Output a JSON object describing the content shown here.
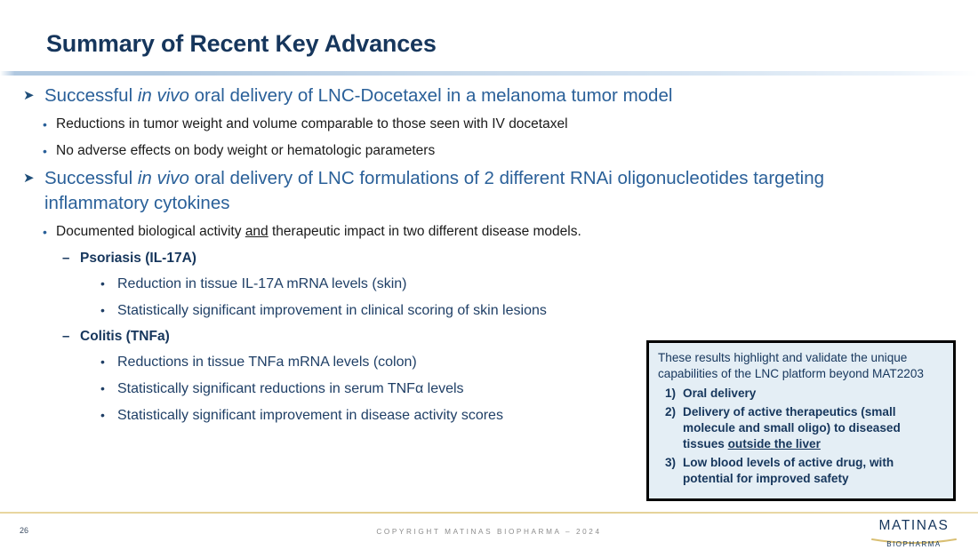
{
  "slide": {
    "title": "Summary of Recent Key Advances"
  },
  "content": [
    {
      "level": 1,
      "marker": "➤",
      "parts": [
        {
          "t": "Successful ",
          "style": "normal"
        },
        {
          "t": "in vivo",
          "style": "italic"
        },
        {
          "t": " oral delivery of LNC-Docetaxel in a melanoma tumor model",
          "style": "normal"
        }
      ]
    },
    {
      "level": 2,
      "marker": "•",
      "parts": [
        {
          "t": "Reductions in tumor weight and volume comparable to those seen with IV docetaxel",
          "style": "normal"
        }
      ]
    },
    {
      "level": 2,
      "marker": "•",
      "parts": [
        {
          "t": "No adverse effects on body weight or hematologic parameters",
          "style": "normal"
        }
      ]
    },
    {
      "level": 1,
      "marker": "➤",
      "parts": [
        {
          "t": "Successful ",
          "style": "normal"
        },
        {
          "t": "in vivo",
          "style": "italic"
        },
        {
          "t": " oral delivery of LNC formulations of 2 different RNAi oligonucleotides targeting inflammatory cytokines",
          "style": "normal"
        }
      ]
    },
    {
      "level": 2,
      "marker": "•",
      "parts": [
        {
          "t": "Documented biological activity ",
          "style": "normal"
        },
        {
          "t": "and",
          "style": "underline"
        },
        {
          "t": " therapeutic impact in two different disease models.",
          "style": "normal"
        }
      ]
    },
    {
      "level": 3,
      "marker": "–",
      "parts": [
        {
          "t": "Psoriasis (IL-17A)",
          "style": "normal"
        }
      ]
    },
    {
      "level": 4,
      "marker": "•",
      "parts": [
        {
          "t": "Reduction in tissue IL-17A mRNA levels (skin)",
          "style": "normal"
        }
      ]
    },
    {
      "level": 4,
      "marker": "•",
      "parts": [
        {
          "t": "Statistically significant improvement in clinical scoring of skin lesions",
          "style": "normal"
        }
      ]
    },
    {
      "level": 3,
      "marker": "–",
      "parts": [
        {
          "t": "Colitis (TNFa)",
          "style": "normal"
        }
      ]
    },
    {
      "level": 4,
      "marker": "•",
      "parts": [
        {
          "t": "Reductions in tissue TNFa mRNA levels (colon)",
          "style": "normal"
        }
      ]
    },
    {
      "level": 4,
      "marker": "•",
      "parts": [
        {
          "t": "Statistically significant reductions in serum TNFα levels",
          "style": "normal"
        }
      ]
    },
    {
      "level": 4,
      "marker": "•",
      "parts": [
        {
          "t": "Statistically significant improvement in disease activity scores",
          "style": "normal"
        }
      ]
    }
  ],
  "callout": {
    "intro": "These results highlight and validate the unique capabilities of the LNC platform beyond MAT2203",
    "items": [
      {
        "number": "1)",
        "parts": [
          {
            "t": "Oral delivery",
            "style": "normal"
          }
        ]
      },
      {
        "number": "2)",
        "parts": [
          {
            "t": "Delivery of active therapeutics (small molecule and small oligo) to diseased tissues ",
            "style": "normal"
          },
          {
            "t": "outside the liver",
            "style": "underline"
          }
        ]
      },
      {
        "number": "3)",
        "parts": [
          {
            "t": "Low blood levels of active drug, with potential for improved safety",
            "style": "normal"
          }
        ]
      }
    ],
    "border_color": "#000000",
    "fill_color": "#e4eef5"
  },
  "footer": {
    "page_number": "26",
    "copyright": "COPYRIGHT MATINAS BIOPHARMA – 2024",
    "logo_main": "MATINAS",
    "logo_sub": "BIOPHARMA",
    "rule_color": "#e2cd8c"
  },
  "theme": {
    "title_color": "#16365c",
    "level1_color": "#2a6099",
    "level2_color": "#1a1a1a",
    "level3_color": "#16365c",
    "level4_color": "#1f3f66"
  }
}
